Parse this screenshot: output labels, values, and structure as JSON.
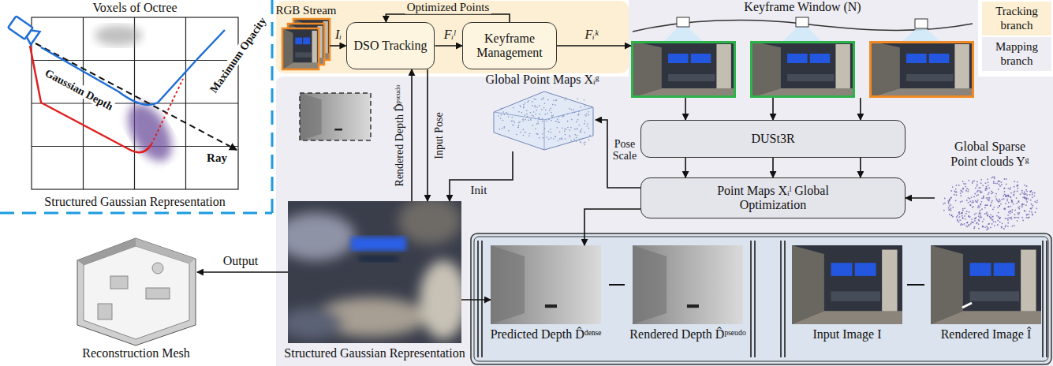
{
  "diagram": {
    "nodes": [
      {
        "text": [
          "Voxels of Octree",
          "Structured Gaussian Representation"
        ]
      },
      {
        "text": [
          "RGB Stream"
        ]
      },
      {
        "text": [
          "DSO Tracking"
        ]
      },
      {
        "text": [
          "Keyframe Management"
        ]
      },
      {
        "text": [
          "Keyframe Window (N)"
        ]
      },
      {
        "text": [
          "DUSt3R"
        ]
      },
      {
        "text": [
          "Point Maps Xᵢˡ Global Optimization"
        ]
      },
      {
        "text": [
          "Global Sparse Point clouds Yᵍ"
        ]
      },
      {
        "text": [
          "Global Point Maps Xᵢᵍ"
        ]
      },
      {
        "text": [
          "Structured Gaussian Representation"
        ]
      },
      {
        "text": [
          "Reconstruction Mesh"
        ]
      },
      {
        "text": [
          "Predicted Depth D̂ᵈᵉⁿˢᵉ"
        ]
      },
      {
        "text": [
          "Rendered Depth D̂ᵖˢᵉᵘᵈᵒ"
        ]
      },
      {
        "text": [
          "Input Image I"
        ]
      },
      {
        "text": [
          "Rendered Image Î"
        ]
      }
    ],
    "edges": [
      {
        "from": 1,
        "to": 2,
        "arrow": "to",
        "label": "Iᵢ"
      },
      {
        "from": 2,
        "to": 3,
        "arrow": "to",
        "label": "Fᵢˡ"
      },
      {
        "from": 3,
        "to": 2,
        "arrow": "to",
        "label": "Optimized Points"
      },
      {
        "from": 3,
        "to": 4,
        "arrow": "to",
        "label": "Fᵢᵏ"
      },
      {
        "from": 4,
        "to": 5,
        "arrow": "to"
      },
      {
        "from": 4,
        "to": 5,
        "arrow": "to"
      },
      {
        "from": 4,
        "to": 5,
        "arrow": "to"
      },
      {
        "from": 5,
        "to": 6,
        "arrow": "to"
      },
      {
        "from": 5,
        "to": 6,
        "arrow": "to"
      },
      {
        "from": 5,
        "to": 6,
        "arrow": "to"
      },
      {
        "from": 7,
        "to": 6,
        "arrow": "to"
      },
      {
        "from": 6,
        "to": 8,
        "arrow": "to",
        "label": "Pose Scale"
      },
      {
        "from": 6,
        "to": 11,
        "arrow": "to"
      },
      {
        "from": 8,
        "to": 9,
        "arrow": "to",
        "label": "Init"
      },
      {
        "from": 9,
        "to": 2,
        "arrow": "to",
        "label": "Rendered Depth D̂ᵖˢᵉᵘᵈᵒ"
      },
      {
        "from": 2,
        "to": 9,
        "arrow": "to",
        "label": "Input Pose"
      },
      {
        "from": 9,
        "to": 10,
        "arrow": "to",
        "label": "Output"
      },
      {
        "from": 9,
        "to": 11,
        "arrow": "to"
      }
    ],
    "labels": [
      "Maximum Opacity",
      "Gaussian Depth",
      "Ray"
    ],
    "legend": [
      {
        "text": "Tracking branch",
        "color": "#fcefd3"
      },
      {
        "text": "Mapping branch",
        "color": "#eeedf4"
      }
    ]
  }
}
